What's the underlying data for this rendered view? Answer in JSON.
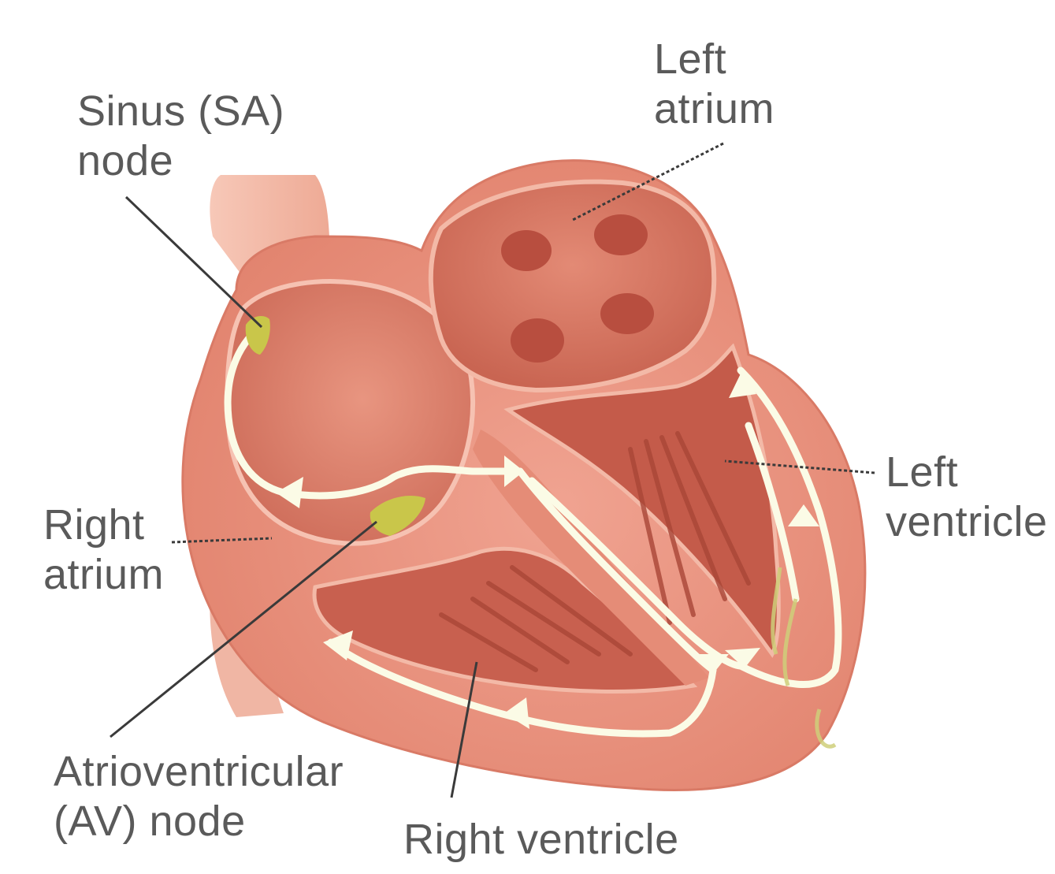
{
  "labels": {
    "sa_node": [
      "Sinus (SA)",
      "node"
    ],
    "left_atrium": [
      "Left",
      "atrium"
    ],
    "left_ventricle": [
      "Left",
      "ventricle"
    ],
    "right_atrium": [
      "Right",
      "atrium"
    ],
    "av_node": [
      "Atrioventricular",
      "(AV) node"
    ],
    "right_ventricle": [
      "Right ventricle"
    ]
  },
  "colors": {
    "muscle": "#e8907c",
    "chamber": "#d4705e",
    "pathway": "#fbfbe6",
    "node": "#c9c64a",
    "label_text": "#5a5a5a"
  }
}
